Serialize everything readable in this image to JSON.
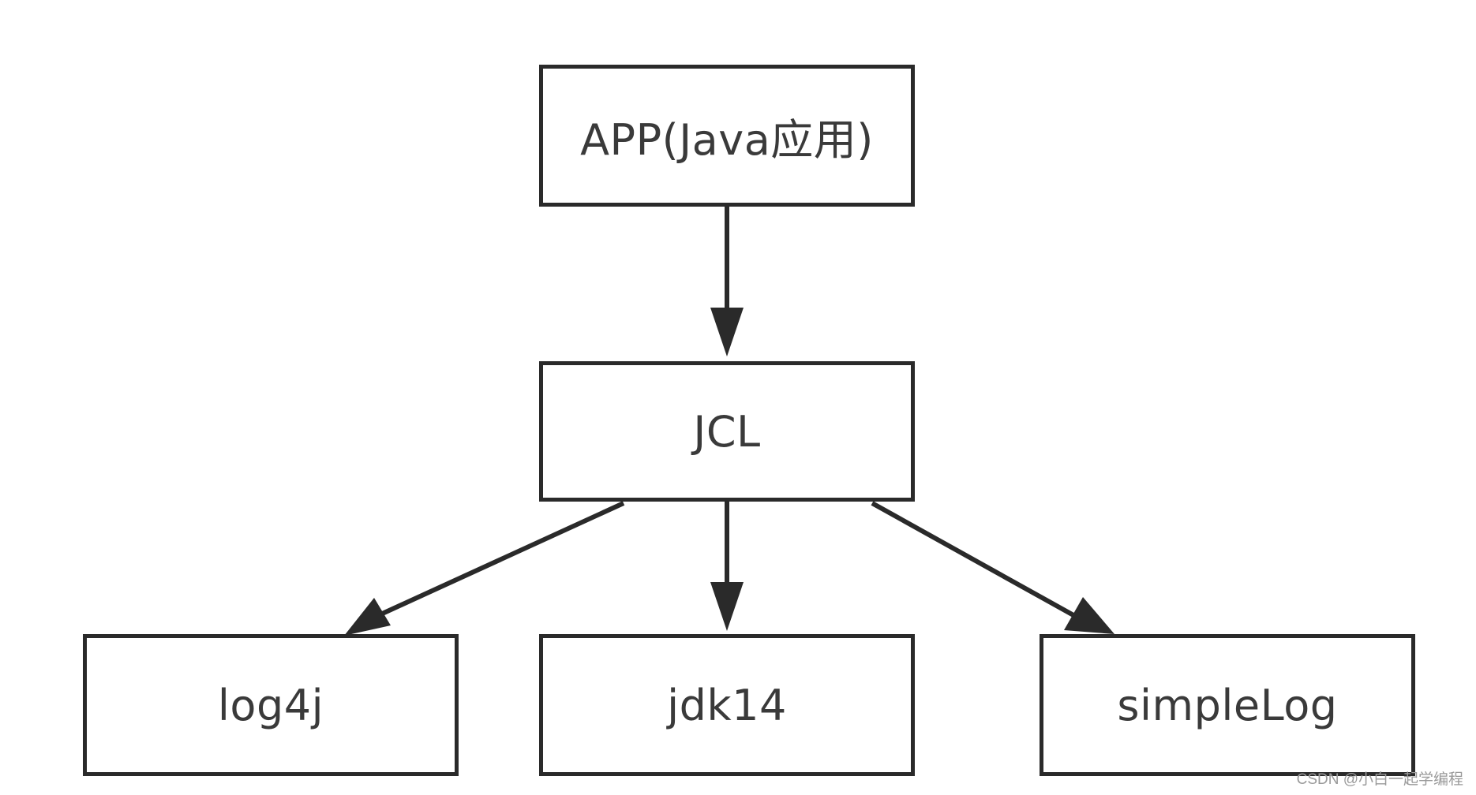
{
  "nodes": {
    "app": "APP(Java应用)",
    "jcl": "JCL",
    "log4j": "log4j",
    "jdk14": "jdk14",
    "simplelog": "simpleLog"
  },
  "edges": [
    {
      "from": "app",
      "to": "jcl"
    },
    {
      "from": "jcl",
      "to": "log4j"
    },
    {
      "from": "jcl",
      "to": "jdk14"
    },
    {
      "from": "jcl",
      "to": "simplelog"
    }
  ],
  "colors": {
    "stroke": "#2a2a2a",
    "text": "#3a3a3a",
    "watermark": "#9a9a9a"
  },
  "watermark": "CSDN @小白一起学编程"
}
